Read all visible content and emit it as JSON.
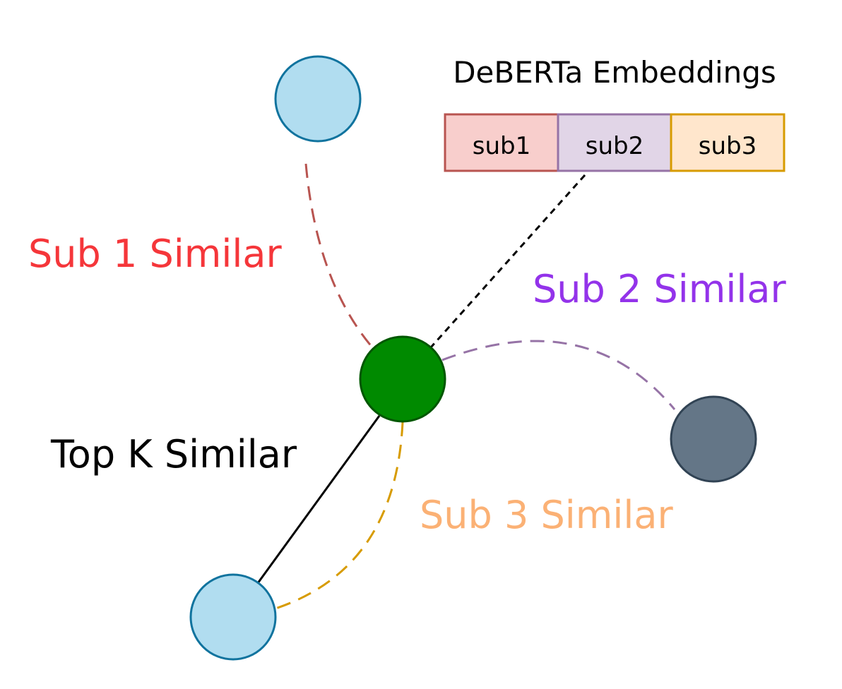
{
  "title": "DeBERTa Embeddings",
  "embedding_segments": [
    {
      "label": "sub1",
      "fill": "#f8cecc",
      "stroke": "#b85450"
    },
    {
      "label": "sub2",
      "fill": "#e1d5e7",
      "stroke": "#9673a6"
    },
    {
      "label": "sub3",
      "fill": "#ffe6cc",
      "stroke": "#d79b00"
    }
  ],
  "edge_labels": {
    "sub1": {
      "text": "Sub 1 Similar",
      "color": "#f5363a"
    },
    "sub2": {
      "text": "Sub 2 Similar",
      "color": "#9333ea"
    },
    "sub3": {
      "text": "Sub 3 Similar",
      "color": "#fbb175"
    },
    "topk": {
      "text": "Top K Similar",
      "color": "#000000"
    }
  },
  "nodes": {
    "center": {
      "fill": "#008a00",
      "stroke": "#005700"
    },
    "neighbor_sub1": {
      "fill": "#b1ddf0",
      "stroke": "#10739e"
    },
    "neighbor_sub2": {
      "fill": "#647687",
      "stroke": "#314354"
    },
    "neighbor_topk_sub3": {
      "fill": "#b1ddf0",
      "stroke": "#10739e"
    }
  },
  "edge_colors": {
    "sub1": "#b85450",
    "sub2": "#9673a6",
    "sub3": "#d79b00",
    "topk": "#000000",
    "embedding_link": "#000000"
  }
}
